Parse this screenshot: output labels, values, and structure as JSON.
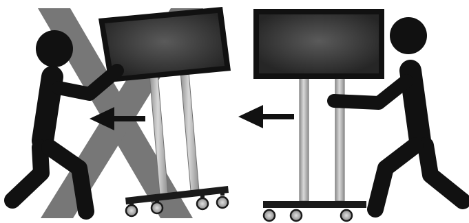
{
  "panels": [
    {
      "id": "incorrect",
      "meaning": "tilting-and-pulling-by-the-screen",
      "status": "prohibited",
      "arrow_direction": "left"
    },
    {
      "id": "correct",
      "meaning": "pushing-upright-by-the-pole",
      "status": "recommended",
      "arrow_direction": "left"
    }
  ],
  "icons": {
    "prohibition_mark": "x-mark-icon",
    "direction_arrow": "arrow-left-icon",
    "person": "stick-figure-icon",
    "display": "tv-screen-icon"
  },
  "colors": {
    "figure": "#111111",
    "x_mark": "#777777",
    "pole": "#b4b4b4",
    "screen_frame": "#111111",
    "screen_glass": "#3a3a3a",
    "wheel": "#bbbbbb"
  }
}
